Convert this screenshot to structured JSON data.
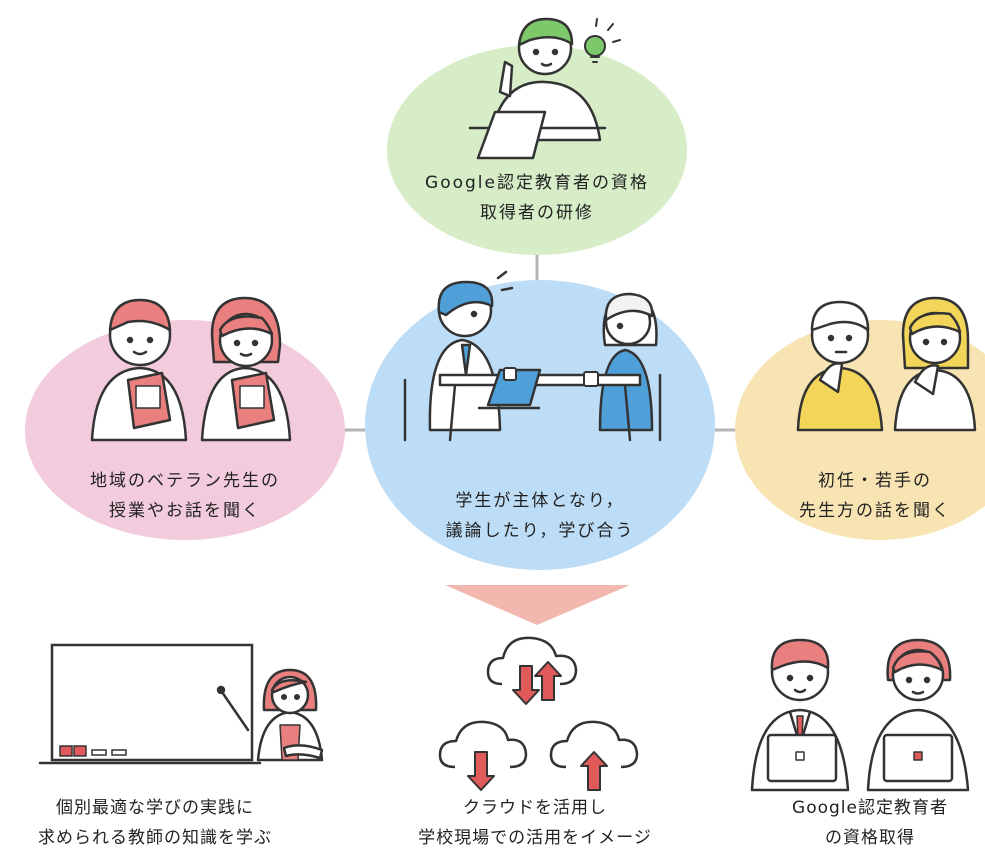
{
  "colors": {
    "top_circle": "#d6edc8",
    "left_circle": "#f2cbdd",
    "center_circle": "#bddcf5",
    "right_circle": "#f8e4b2",
    "arrow": "#f2b8b0",
    "connector": "#b3b3b3",
    "green_hair": "#7ec86c",
    "pink_hair": "#e97f7f",
    "blue_hair": "#4fa0d8",
    "yellow": "#f3d55a",
    "red_accent": "#e05a5a"
  },
  "icons": [
    "lightbulb-icon",
    "laptop-icon",
    "book-icon",
    "whiteboard-icon",
    "cloud-upload-icon",
    "cloud-download-icon",
    "coffee-cup-icon"
  ],
  "nodes": {
    "top": {
      "line1": "Google認定教育者の資格",
      "line2": "取得者の研修"
    },
    "left": {
      "line1": "地域のベテラン先生の",
      "line2": "授業やお話を聞く"
    },
    "center": {
      "line1": "学生が主体となり，",
      "line2": "議論したり，学び合う"
    },
    "right": {
      "line1": "初任・若手の",
      "line2": "先生方の話を聞く"
    }
  },
  "outcomes": [
    {
      "line1": "個別最適な学びの実践に",
      "line2": "求められる教師の知識を学ぶ"
    },
    {
      "line1": "クラウドを活用し",
      "line2": "学校現場での活用をイメージ"
    },
    {
      "line1": "Google認定教育者",
      "line2": "の資格取得"
    }
  ]
}
